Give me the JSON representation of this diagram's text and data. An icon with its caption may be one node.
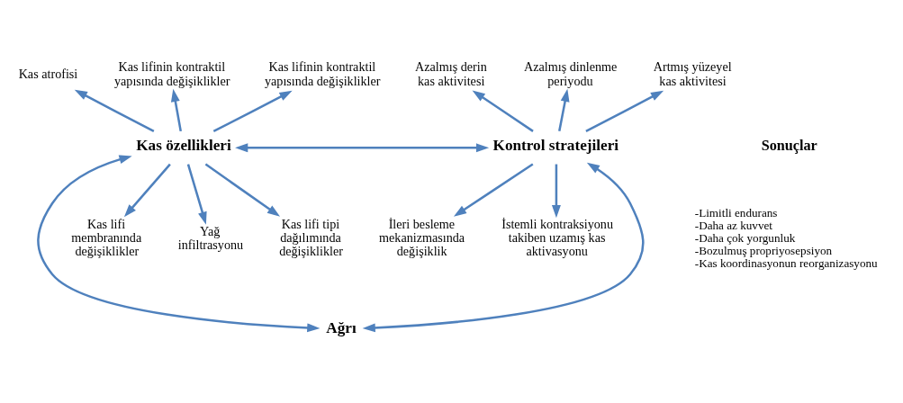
{
  "diagram": {
    "nodes": [
      {
        "text": [
          "Kas özellikleri"
        ]
      },
      {
        "text": [
          "Kontrol stratejileri"
        ]
      },
      {
        "text": [
          "Ağrı"
        ]
      },
      {
        "text": [
          "Kas atrofisi"
        ]
      },
      {
        "text": [
          "Kas lifinin kontraktil yapısında değişiklikler"
        ]
      },
      {
        "text": [
          "Kas lifinin kontraktil yapısında değişiklikler"
        ]
      },
      {
        "text": [
          "Kas lifi membranında değişiklikler"
        ]
      },
      {
        "text": [
          "Yağ infiltrasyonu"
        ]
      },
      {
        "text": [
          "Kas lifi tipi dağılımında değişiklikler"
        ]
      },
      {
        "text": [
          "Azalmış derin kas aktivitesi"
        ]
      },
      {
        "text": [
          "Azalmış dinlenme periyodu"
        ]
      },
      {
        "text": [
          "Artmış yüzeyel kas aktivitesi"
        ]
      },
      {
        "text": [
          "İleri besleme mekanizmasında değişiklik"
        ]
      },
      {
        "text": [
          "İstemli kontraksiyonu takiben uzamış kas aktivasyonu"
        ]
      }
    ],
    "edges": [
      {
        "from": 0,
        "to": 1,
        "arrow": "both"
      },
      {
        "from": 0,
        "to": 2,
        "arrow": "both"
      },
      {
        "from": 1,
        "to": 2,
        "arrow": "both"
      },
      {
        "from": 0,
        "to": 3,
        "arrow": "to"
      },
      {
        "from": 0,
        "to": 4,
        "arrow": "to"
      },
      {
        "from": 0,
        "to": 5,
        "arrow": "to"
      },
      {
        "from": 0,
        "to": 6,
        "arrow": "to"
      },
      {
        "from": 0,
        "to": 7,
        "arrow": "to"
      },
      {
        "from": 0,
        "to": 8,
        "arrow": "to"
      },
      {
        "from": 1,
        "to": 9,
        "arrow": "to"
      },
      {
        "from": 1,
        "to": 10,
        "arrow": "to"
      },
      {
        "from": 1,
        "to": 11,
        "arrow": "to"
      },
      {
        "from": 1,
        "to": 12,
        "arrow": "to"
      },
      {
        "from": 1,
        "to": 13,
        "arrow": "to"
      }
    ],
    "labels": [
      "Sonuçlar",
      "-Limitli endurans",
      "-Daha az kuvvet",
      "-Daha çok yorgunluk",
      "-Bozulmuş propriyosepsiyon",
      "-Kas koordinasyonun reorganizasyonu"
    ]
  }
}
